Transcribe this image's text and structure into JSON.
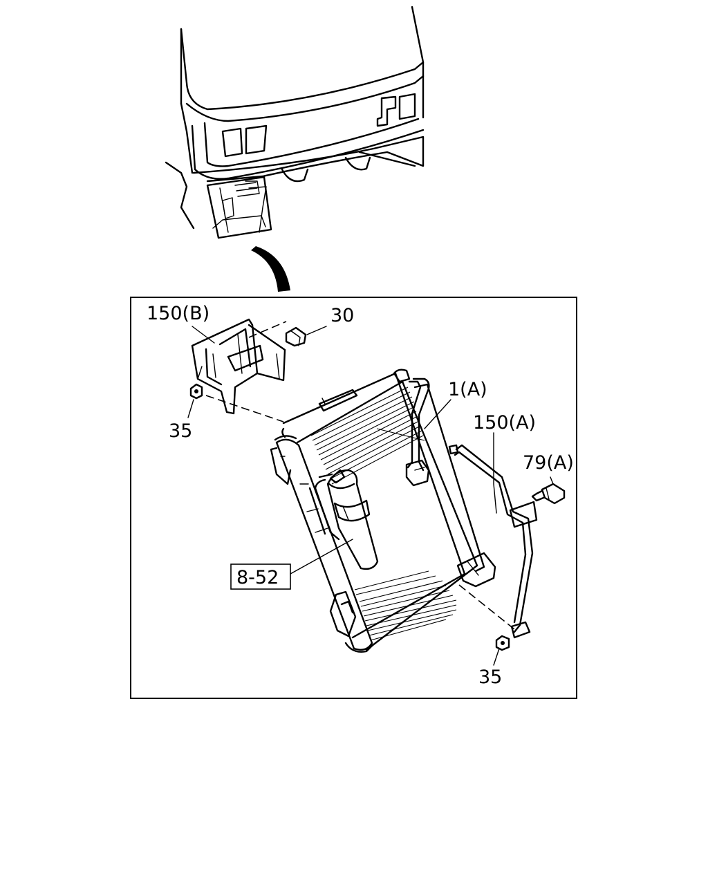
{
  "labels": {
    "bracket_b": "150(B)",
    "bolt_top": "30",
    "nut_left": "35",
    "condenser": "1(A)",
    "bracket_a": "150(A)",
    "bolt_right": "79(A)",
    "receiver_ref": "8-52",
    "nut_bottom": "35"
  }
}
